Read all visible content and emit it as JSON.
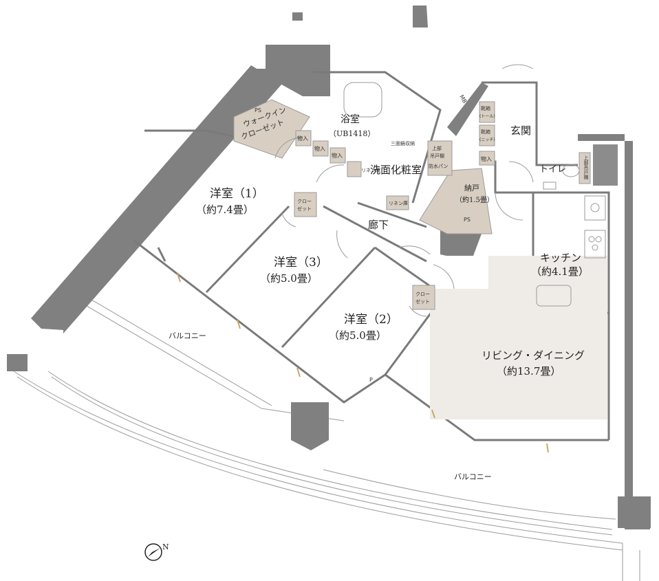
{
  "colors": {
    "wall": "#808080",
    "line": "#9a9a9a",
    "storage_fill": "#d8cfc2",
    "living_fill": "#efece7",
    "text": "#222222"
  },
  "rooms": {
    "bath": {
      "name": "浴室",
      "code": "（UB1418）"
    },
    "washroom": {
      "name": "洗面化粧室"
    },
    "western1": {
      "name": "洋室（1）",
      "area": "（約7.4畳）"
    },
    "western2": {
      "name": "洋室（2）",
      "area": "（約5.0畳）"
    },
    "western3": {
      "name": "洋室（3）",
      "area": "（約5.0畳）"
    },
    "corridor": {
      "name": "廊下"
    },
    "entrance": {
      "name": "玄関"
    },
    "toilet": {
      "name": "トイレ"
    },
    "kitchen": {
      "name": "キッチン",
      "area": "（約4.1畳）"
    },
    "living": {
      "name": "リビング・ダイニング",
      "area": "（約13.7畳）"
    },
    "storeroom": {
      "name": "納戸",
      "area": "（約1.5畳）"
    },
    "balcony_west": {
      "name": "バルコニー"
    },
    "balcony_south": {
      "name": "バルコニー"
    }
  },
  "storage": {
    "walkin_line1": "ウォークイン",
    "walkin_line2": "クローゼット",
    "closet_line1": "クロー",
    "closet_line2": "ゼット",
    "mono": "物入",
    "linen": "リネン庫",
    "three_side": "三面鏡収納",
    "upper_cabinet_1": "上部",
    "upper_cabinet_2": "吊戸棚",
    "waterproof_pan": "防水パン",
    "shoe_tall_1": "靴箱",
    "shoe_tall_2": "(トール)",
    "shoe_niche_1": "靴箱",
    "shoe_niche_2": "(ニッチ)",
    "toilet_upper": "上部吊戸棚"
  },
  "markers": {
    "ps": "PS",
    "mb": "MB",
    "p": "P"
  },
  "north": "N"
}
